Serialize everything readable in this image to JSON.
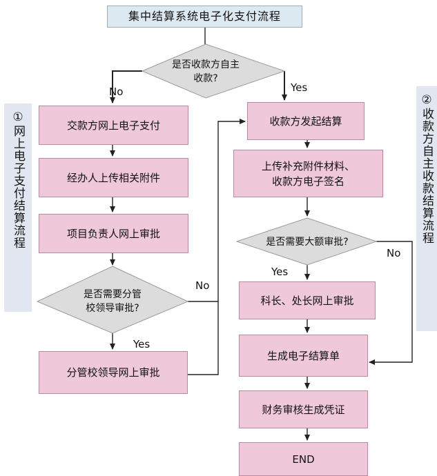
{
  "title": "集中结算系统电子化支付流程",
  "left_lane_label": "①网上电子支付结算流程",
  "right_lane_label": "②收款方自主收款结算流程",
  "decision_top": "是否收款方自主\n收款?",
  "decision_left": "是否需要分管\n校领导审批?",
  "decision_right": "是否需要大额审批?",
  "left_steps": [
    "交款方网上电子支付",
    "经办人上传相关附件",
    "项目负责人网上审批",
    "分管校领导网上审批"
  ],
  "right_steps": [
    "收款方发起结算",
    "上传补充附件材料、\n收款方电子签名",
    "科长、处长网上审批",
    "生成电子结算单",
    "财务审核生成凭证",
    "END"
  ],
  "labels": {
    "no_top": "No",
    "yes_top": "Yes",
    "no_left": "No",
    "yes_left": "Yes",
    "yes_right": "Yes",
    "no_right": "No"
  },
  "colors": {
    "process_fill": "#efc8da",
    "decision_fill": "#dcdcdc",
    "title_fill": "#dde9f1",
    "lane_fill": "#e1e6f0"
  }
}
